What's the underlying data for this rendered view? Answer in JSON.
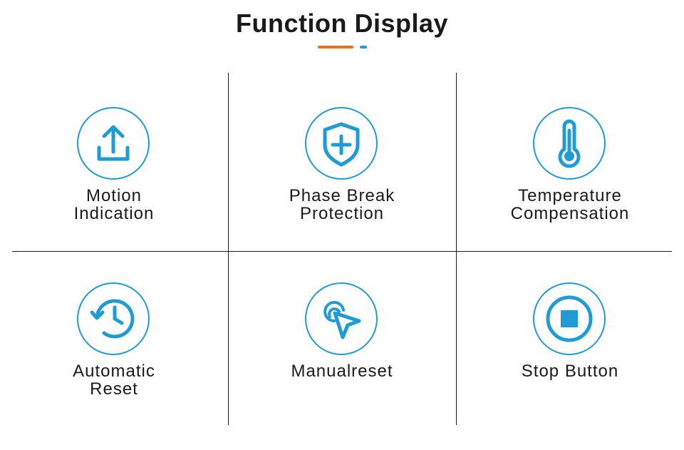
{
  "header": {
    "title": "Function Display"
  },
  "colors": {
    "accent_orange": "#e8731f",
    "accent_blue": "#1f9bd7",
    "icon_blue": "#1f9bd7",
    "divider": "#1a1a1a"
  },
  "features": [
    {
      "icon": "upload-icon",
      "lines": [
        "Motion",
        "Indication"
      ]
    },
    {
      "icon": "shield-plus-icon",
      "lines": [
        "Phase Break",
        "Protection"
      ]
    },
    {
      "icon": "thermometer-icon",
      "lines": [
        "Temperature",
        "Compensation"
      ]
    },
    {
      "icon": "history-clock-icon",
      "lines": [
        "Automatic",
        "Reset"
      ]
    },
    {
      "icon": "pointer-click-icon",
      "lines": [
        "Manualreset",
        ""
      ]
    },
    {
      "icon": "stop-icon",
      "lines": [
        "Stop Button",
        ""
      ]
    }
  ]
}
